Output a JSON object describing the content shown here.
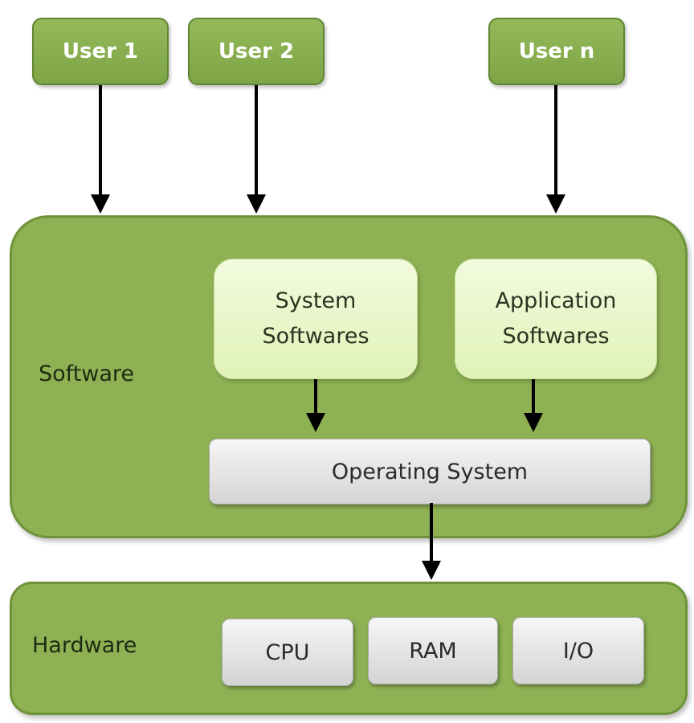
{
  "users": [
    "User 1",
    "User 2",
    "User n"
  ],
  "software": {
    "label": "Software",
    "system_softwares": [
      "System",
      "Softwares"
    ],
    "application_softwares": [
      "Application",
      "Softwares"
    ],
    "operating_system": "Operating System"
  },
  "hardware": {
    "label": "Hardware",
    "components": [
      "CPU",
      "RAM",
      "I/O"
    ]
  },
  "colors": {
    "user_box": "#7ea545",
    "group_fill": "#8db153",
    "inner_box": "#e0f2b8",
    "gray_box": "#d4d4d4",
    "arrow": "#000000"
  }
}
